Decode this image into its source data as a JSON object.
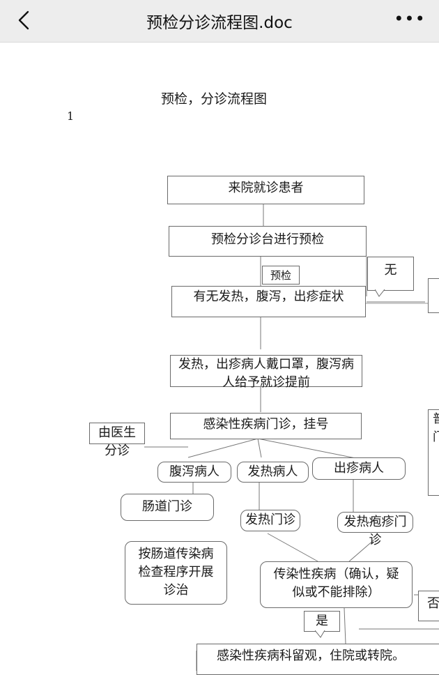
{
  "header": {
    "title": "预检分诊流程图.doc",
    "more_label": "•••"
  },
  "document": {
    "title": "预检，分诊流程图",
    "page_number": "1"
  },
  "flow": {
    "patient_arrival": "来院就诊患者",
    "triage_desk": "预检分诊台进行预检",
    "precheck_tag": "预检",
    "no_tag": "无",
    "symptom_check": "有无发热，腹泻，出疹症状",
    "mask_priority": "发热，出疹病人戴口罩，腹泻病人给予就诊提前",
    "infectious_clinic": "感染性疾病门诊，挂号",
    "doctor_triage": "由医生分诊",
    "diarrhea_patient": "腹泻病人",
    "fever_patient": "发热病人",
    "rash_patient": "出疹病人",
    "intestinal_clinic": "肠道门诊",
    "fever_clinic": "发热门诊",
    "fever_rash_clinic": "发热疱疹门诊",
    "intestinal_procedure": "按肠道传染病检查程序开展诊治",
    "infectious_disease": "传染性疾病（确认，疑似或不能排除）",
    "yes_tag": "是",
    "no_right_tag": "否",
    "observation": "感染性疾病科留观，住院或转院。",
    "right_partial_char1": "普",
    "right_partial_char2": "门"
  }
}
